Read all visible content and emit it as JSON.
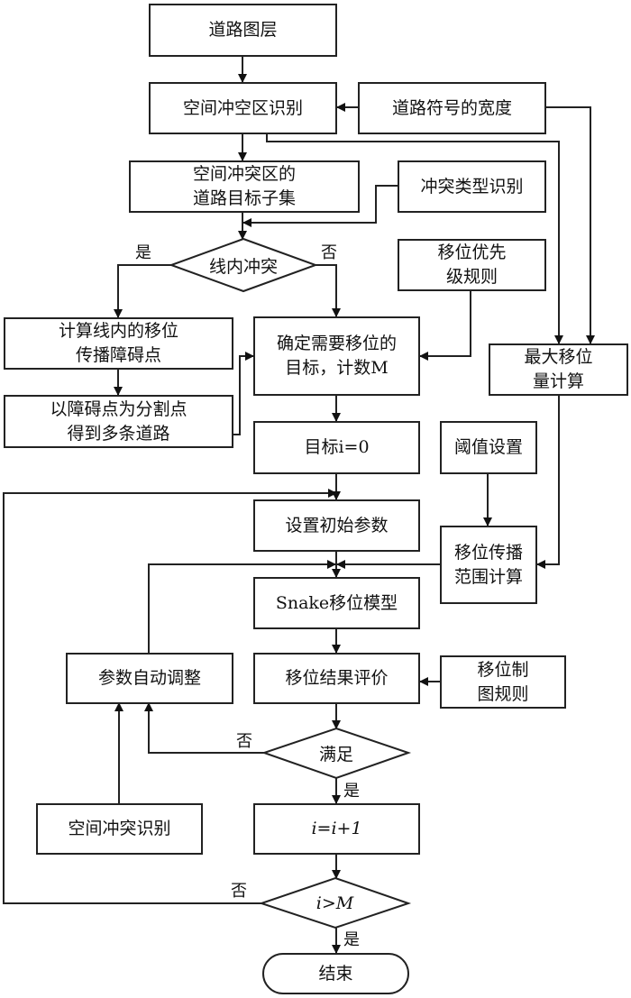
{
  "nodes": {
    "road_layer": "道路图层",
    "space_id": "空间冲空区识别",
    "road_width": "道路符号的宽度",
    "subset": "空间冲突区的\n道路目标子集",
    "conflict_type": "冲突类型识别",
    "inline_conflict": "线内冲突",
    "priority_rule": "移位优先\n级规则",
    "calc_obstacle": "计算线内的移位\n传播障碍点",
    "split_roads": "以障碍点为分割点\n得到多条道路",
    "determine_targets": "确定需要移位的\n目标，计数M",
    "max_disp": "最大移位\n量计算",
    "target_init": "目标i=0",
    "threshold": "阈值设置",
    "init_params": "设置初始参数",
    "prop_range": "移位传播\n范围计算",
    "snake": "Snake移位模型",
    "auto_adjust": "参数自动调整",
    "evaluate": "移位结果评价",
    "carto_rules": "移位制\n图规则",
    "satisfy": "满足",
    "conflict_id": "空间冲突识别",
    "increment": "i=i+1",
    "compare": "i>M",
    "end": "结束"
  },
  "labels": {
    "yes": "是",
    "no": "否"
  }
}
